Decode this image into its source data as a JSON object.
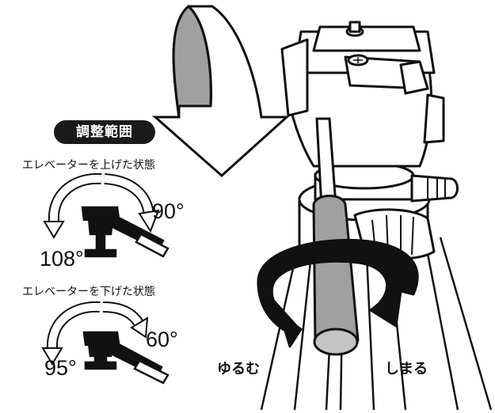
{
  "diagram": {
    "badge": "調整範囲",
    "raised": {
      "caption": "エレベーターを上げた状態",
      "upper_angle": "90°",
      "lower_angle": "108°"
    },
    "lowered": {
      "caption": "エレベーターを下げた状態",
      "upper_angle": "60°",
      "lower_angle": "95°"
    },
    "loosen": "ゆるむ",
    "tighten": "しまる"
  },
  "colors": {
    "ink": "#111111",
    "gray": "#9a9a9a",
    "light_gray": "#c4c4c4",
    "paper": "#ffffff"
  }
}
